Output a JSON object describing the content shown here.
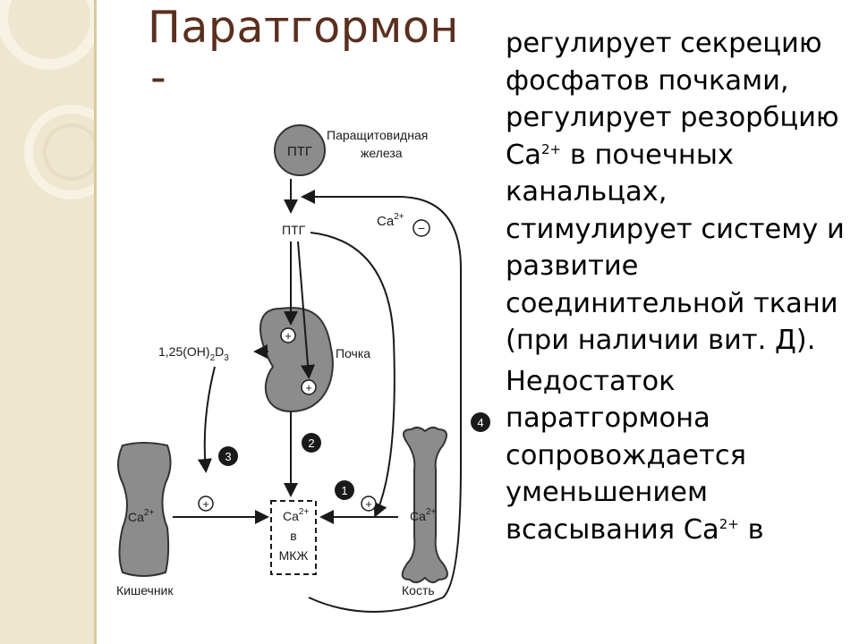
{
  "title": "Паратгормон",
  "title_dash": "-",
  "paragraph1": {
    "part1": "регулирует секрецию фосфатов почками, регулирует резорбцию Ca",
    "sup": "2+",
    "part2": " в почечных канальцах, стимулирует систему и развитие соединительной ткани (при наличии вит. Д)."
  },
  "paragraph2": {
    "part1": "Недостаток паратгормона сопровождается уменьшением всасывания Ca",
    "sup": "2+",
    "part2": " в"
  },
  "diagram": {
    "ptg_gland_label": "ПТГ",
    "gland_caption_1": "Паращитовидная",
    "gland_caption_2": "железа",
    "ptg_label": "ПТГ",
    "ca_feedback": "Ca",
    "ca_feedback_sup": "2+",
    "minus_sign": "−",
    "kidney_label": "Почка",
    "vitd_label": "1,25(OH)",
    "vitd_sub1": "2",
    "vitd_d": "D",
    "vitd_sub2": "3",
    "plus_sign": "+",
    "num1": "1",
    "num2": "2",
    "num3": "3",
    "num4": "4",
    "ca_ecf_line1": "Ca",
    "ca_ecf_sup": "2+",
    "ca_ecf_line2": "в",
    "ca_ecf_line3": "МКЖ",
    "intestine_ca": "Ca",
    "intestine_sup": "2+",
    "intestine_label": "Кишечник",
    "bone_ca": "Ca",
    "bone_sup": "2+",
    "bone_label": "Кость"
  },
  "colors": {
    "title": "#5a2f1e",
    "sidebar": "#efe6cf",
    "organ_fill": "#8c8c8c"
  }
}
